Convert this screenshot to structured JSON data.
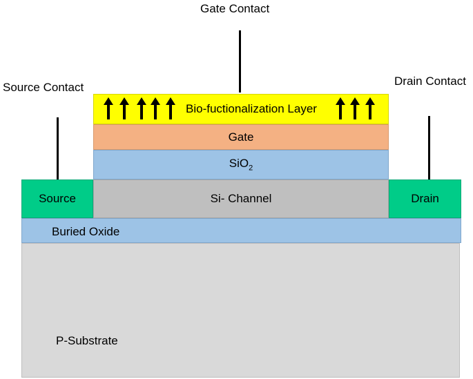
{
  "labels": {
    "gate_contact": "Gate Contact",
    "source_contact": "Source Contact",
    "drain_contact": "Drain Contact",
    "bio_layer": "Bio-fuctionalization Layer",
    "gate": "Gate",
    "sio2_main": "SiO",
    "sio2_sub": "2",
    "source": "Source",
    "channel": "Si- Channel",
    "drain": "Drain",
    "buried_oxide": "Buried Oxide",
    "substrate": "P-Substrate"
  },
  "colors": {
    "bio_layer": "#ffff00",
    "gate": "#f4b183",
    "sio2": "#9dc3e6",
    "source_drain": "#00cc88",
    "channel": "#bfbfbf",
    "buried_oxide": "#9dc3e6",
    "substrate": "#d9d9d9"
  },
  "icons": {
    "receptor_arrow": "up-arrow-icon"
  }
}
